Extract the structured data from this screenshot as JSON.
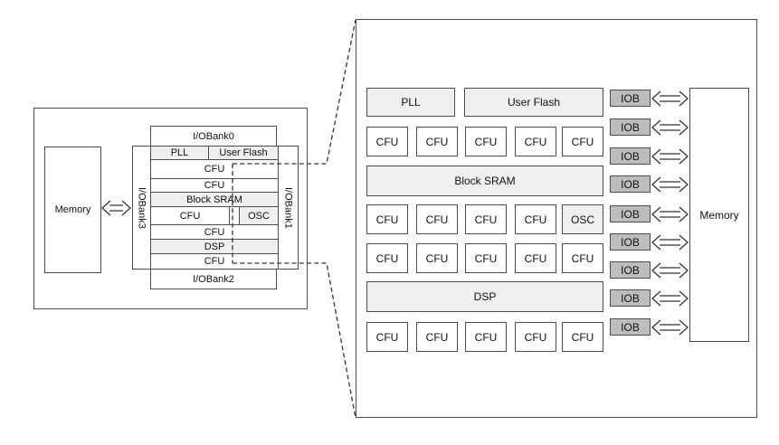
{
  "colors": {
    "background": "#ffffff",
    "block_fill_light": "#efefef",
    "iob_fill": "#bdbdbd",
    "border_dark": "#4d4d4d",
    "line_dark": "#333333"
  },
  "left": {
    "memory_label": "Memory",
    "iobank_top": "I/OBank0",
    "iobank_right": "I/OBank1",
    "iobank_bottom": "I/OBank2",
    "iobank_left": "I/OBank3",
    "rows": [
      {
        "cells": [
          "PLL",
          "User Flash"
        ]
      },
      {
        "cells": [
          "CFU"
        ]
      },
      {
        "cells": [
          "CFU"
        ]
      },
      {
        "cells": [
          "Block SRAM"
        ]
      },
      {
        "cells": [
          "CFU",
          "OSC"
        ]
      },
      {
        "cells": [
          "CFU"
        ]
      },
      {
        "cells": [
          "DSP"
        ]
      },
      {
        "cells": [
          "CFU"
        ]
      }
    ]
  },
  "right": {
    "rows": [
      {
        "cells": [
          "PLL",
          "User Flash"
        ]
      },
      {
        "cells": [
          "CFU",
          "CFU",
          "CFU",
          "CFU",
          "CFU"
        ]
      },
      {
        "cells": [
          "Block SRAM"
        ]
      },
      {
        "cells": [
          "CFU",
          "CFU",
          "CFU",
          "CFU",
          "OSC"
        ]
      },
      {
        "cells": [
          "CFU",
          "CFU",
          "CFU",
          "CFU",
          "CFU"
        ]
      },
      {
        "cells": [
          "DSP"
        ]
      },
      {
        "cells": [
          "CFU",
          "CFU",
          "CFU",
          "CFU",
          "CFU"
        ]
      }
    ],
    "iobs": [
      "IOB",
      "IOB",
      "IOB",
      "IOB",
      "IOB",
      "IOB",
      "IOB",
      "IOB",
      "IOB"
    ],
    "memory_label": "Memory"
  }
}
